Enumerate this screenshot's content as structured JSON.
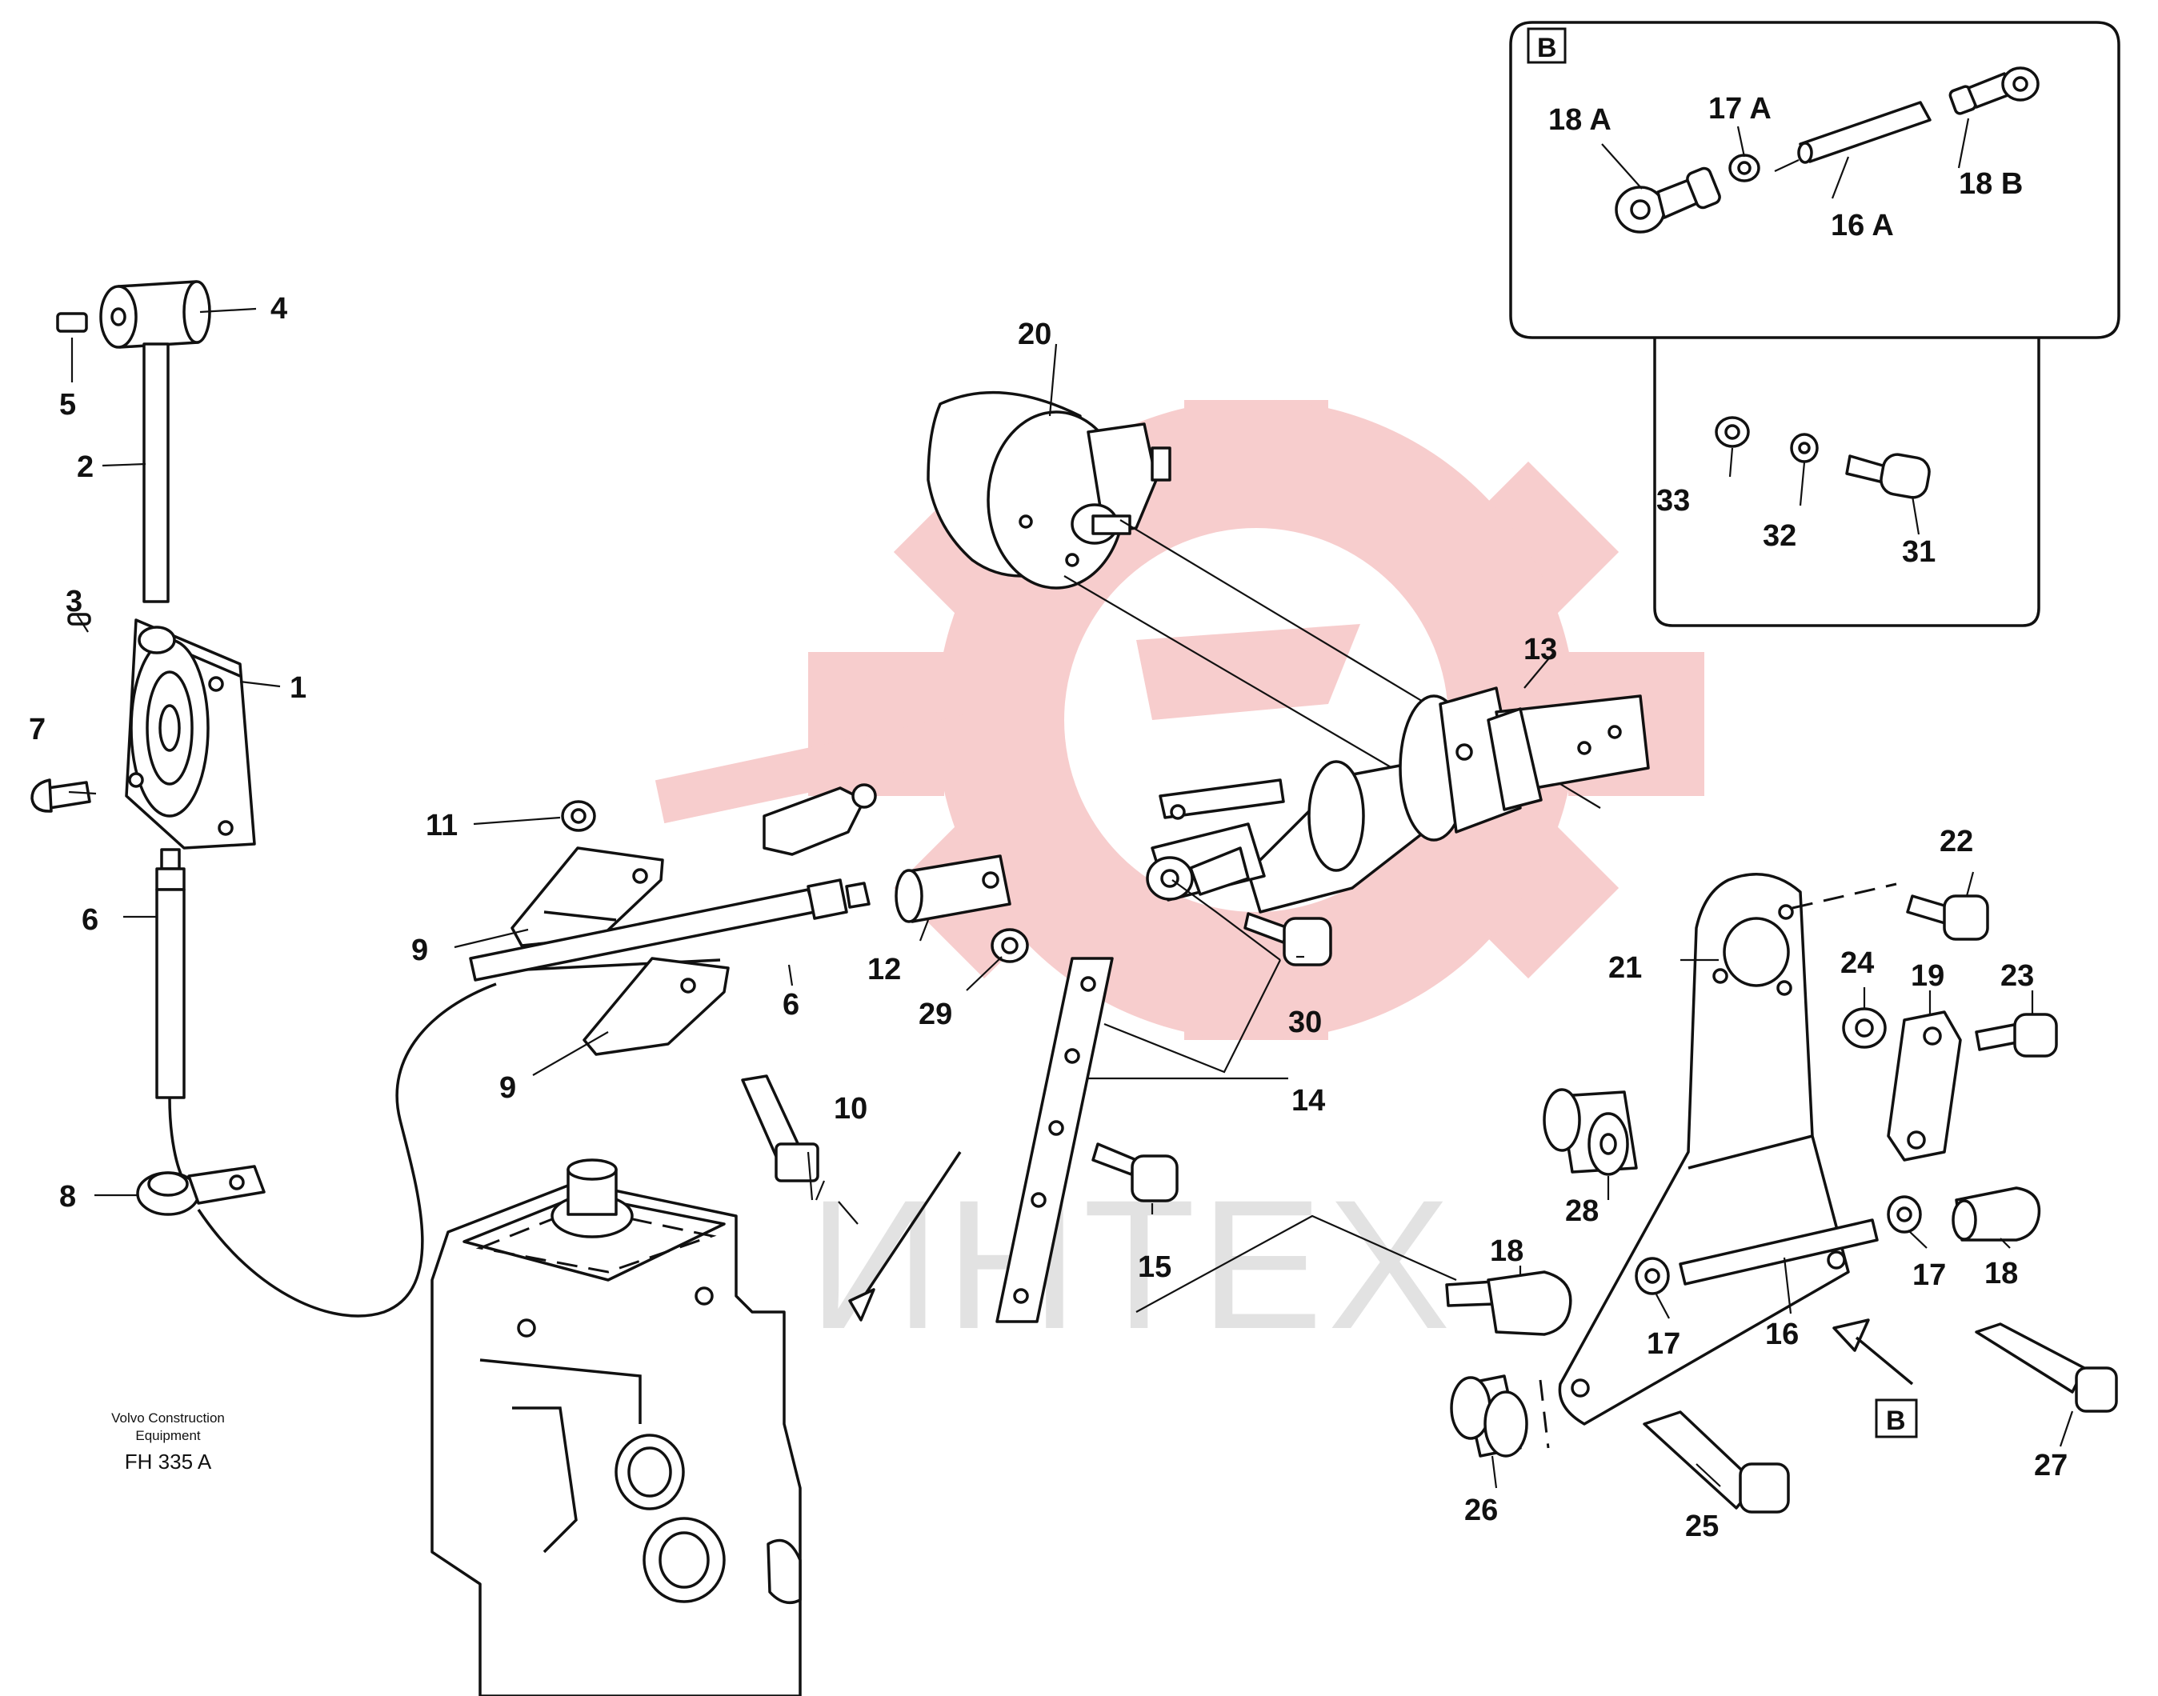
{
  "watermark": {
    "text": "ИНТЕХ",
    "logo_color": "#f6c4c4",
    "text_color": "#e2e2e2"
  },
  "inset": {
    "badge": "B",
    "labels": {
      "a18A": "18 A",
      "a17A": "17 A",
      "a18B": "18 B",
      "a16A": "16 A",
      "a33": "33",
      "a32": "32",
      "a31": "31"
    }
  },
  "view_marker": "B",
  "callouts": {
    "c1": "1",
    "c2": "2",
    "c3": "3",
    "c4": "4",
    "c5": "5",
    "c6a": "6",
    "c6b": "6",
    "c7": "7",
    "c8": "8",
    "c9a": "9",
    "c9b": "9",
    "c10": "10",
    "c11": "11",
    "c12": "12",
    "c13": "13",
    "c14": "14",
    "c15": "15",
    "c16": "16",
    "c17a": "17",
    "c17b": "17",
    "c18a": "18",
    "c18b": "18",
    "c19": "19",
    "c20": "20",
    "c21": "21",
    "c22": "22",
    "c23": "23",
    "c24": "24",
    "c25": "25",
    "c26": "26",
    "c27": "27",
    "c28": "28",
    "c29": "29",
    "c30": "30"
  },
  "credit": {
    "line1": "Volvo Construction",
    "line2": "Equipment",
    "code": "FH 335 A"
  }
}
